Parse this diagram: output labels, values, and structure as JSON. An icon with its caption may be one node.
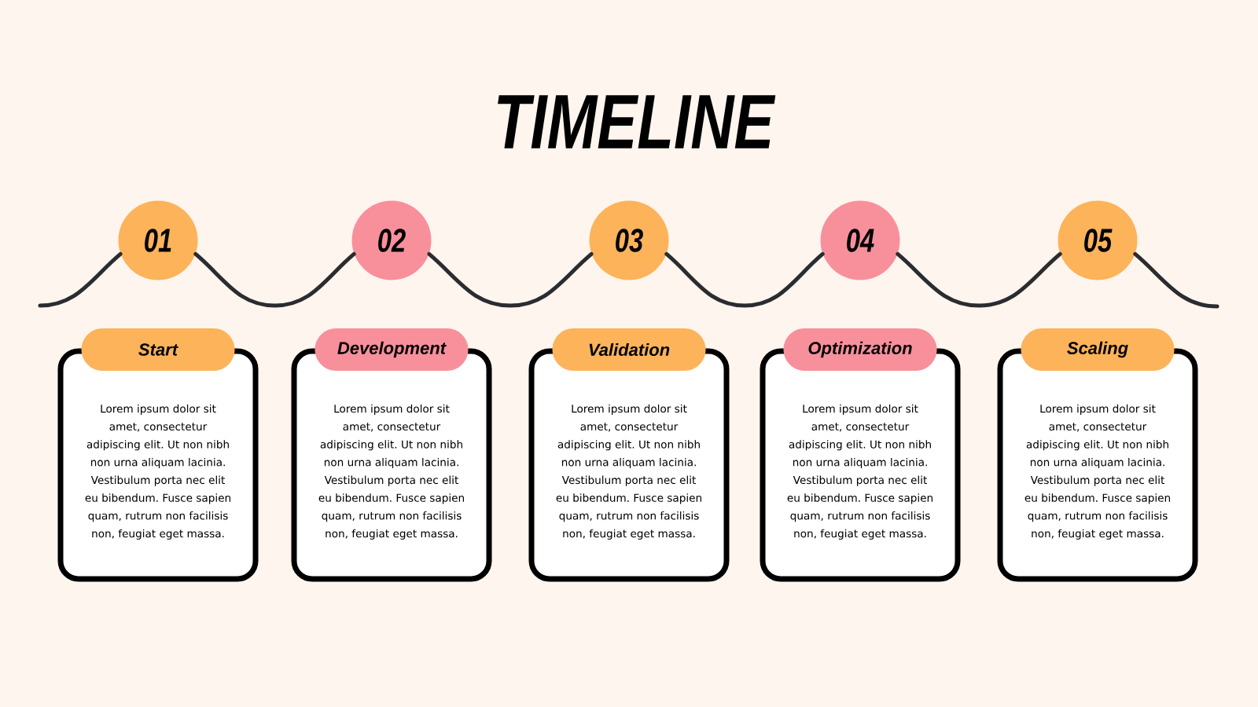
{
  "diagram": {
    "title": "TIMELINE",
    "nodes": [
      {
        "text": [
          "01"
        ]
      },
      {
        "text": [
          "02"
        ]
      },
      {
        "text": [
          "03"
        ]
      },
      {
        "text": [
          "04"
        ]
      },
      {
        "text": [
          "05"
        ]
      },
      {
        "text": [
          "Start",
          "Lorem ipsum dolor sit amet, consectetur adipiscing elit. Ut non nibh non urna aliquam lacinia. Vestibulum porta nec elit eu bibendum. Fusce sapien quam, rutrum non facilisis non, feugiat eget massa."
        ]
      },
      {
        "text": [
          "Development",
          "Lorem ipsum dolor sit amet, consectetur adipiscing elit. Ut non nibh non urna aliquam lacinia. Vestibulum porta nec elit eu bibendum. Fusce sapien quam, rutrum non facilisis non, feugiat eget massa."
        ]
      },
      {
        "text": [
          "Validation",
          "Lorem ipsum dolor sit amet, consectetur adipiscing elit. Ut non nibh non urna aliquam lacinia. Vestibulum porta nec elit eu bibendum. Fusce sapien quam, rutrum non facilisis non, feugiat eget massa."
        ]
      },
      {
        "text": [
          "Optimization",
          "Lorem ipsum dolor sit amet, consectetur adipiscing elit. Ut non nibh non urna aliquam lacinia. Vestibulum porta nec elit eu bibendum. Fusce sapien quam, rutrum non facilisis non, feugiat eget massa."
        ]
      },
      {
        "text": [
          "Scaling",
          "Lorem ipsum dolor sit amet, consectetur adipiscing elit. Ut non nibh non urna aliquam lacinia. Vestibulum porta nec elit eu bibendum. Fusce sapien quam, rutrum non facilisis non, feugiat eget massa."
        ]
      }
    ],
    "edges": [
      {
        "from": null,
        "to": 0,
        "arrow": "none"
      },
      {
        "from": 0,
        "to": 1,
        "arrow": "none"
      },
      {
        "from": 1,
        "to": 2,
        "arrow": "none"
      },
      {
        "from": 2,
        "to": 3,
        "arrow": "none"
      },
      {
        "from": 3,
        "to": 4,
        "arrow": "none"
      },
      {
        "from": 4,
        "to": null,
        "arrow": "none"
      }
    ]
  }
}
